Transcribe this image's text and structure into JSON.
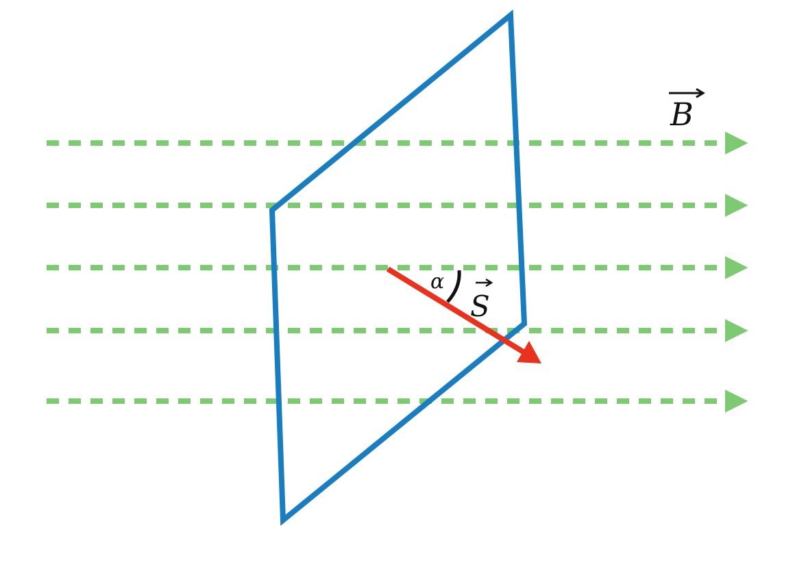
{
  "diagram": {
    "field_label": "B",
    "area_vector_label": "S",
    "angle_label": "α",
    "field_line_count": 5,
    "colors": {
      "field": "#7dca72",
      "plane": "#1a7dc0",
      "area_vector": "#e8321e",
      "text": "#111111"
    }
  }
}
